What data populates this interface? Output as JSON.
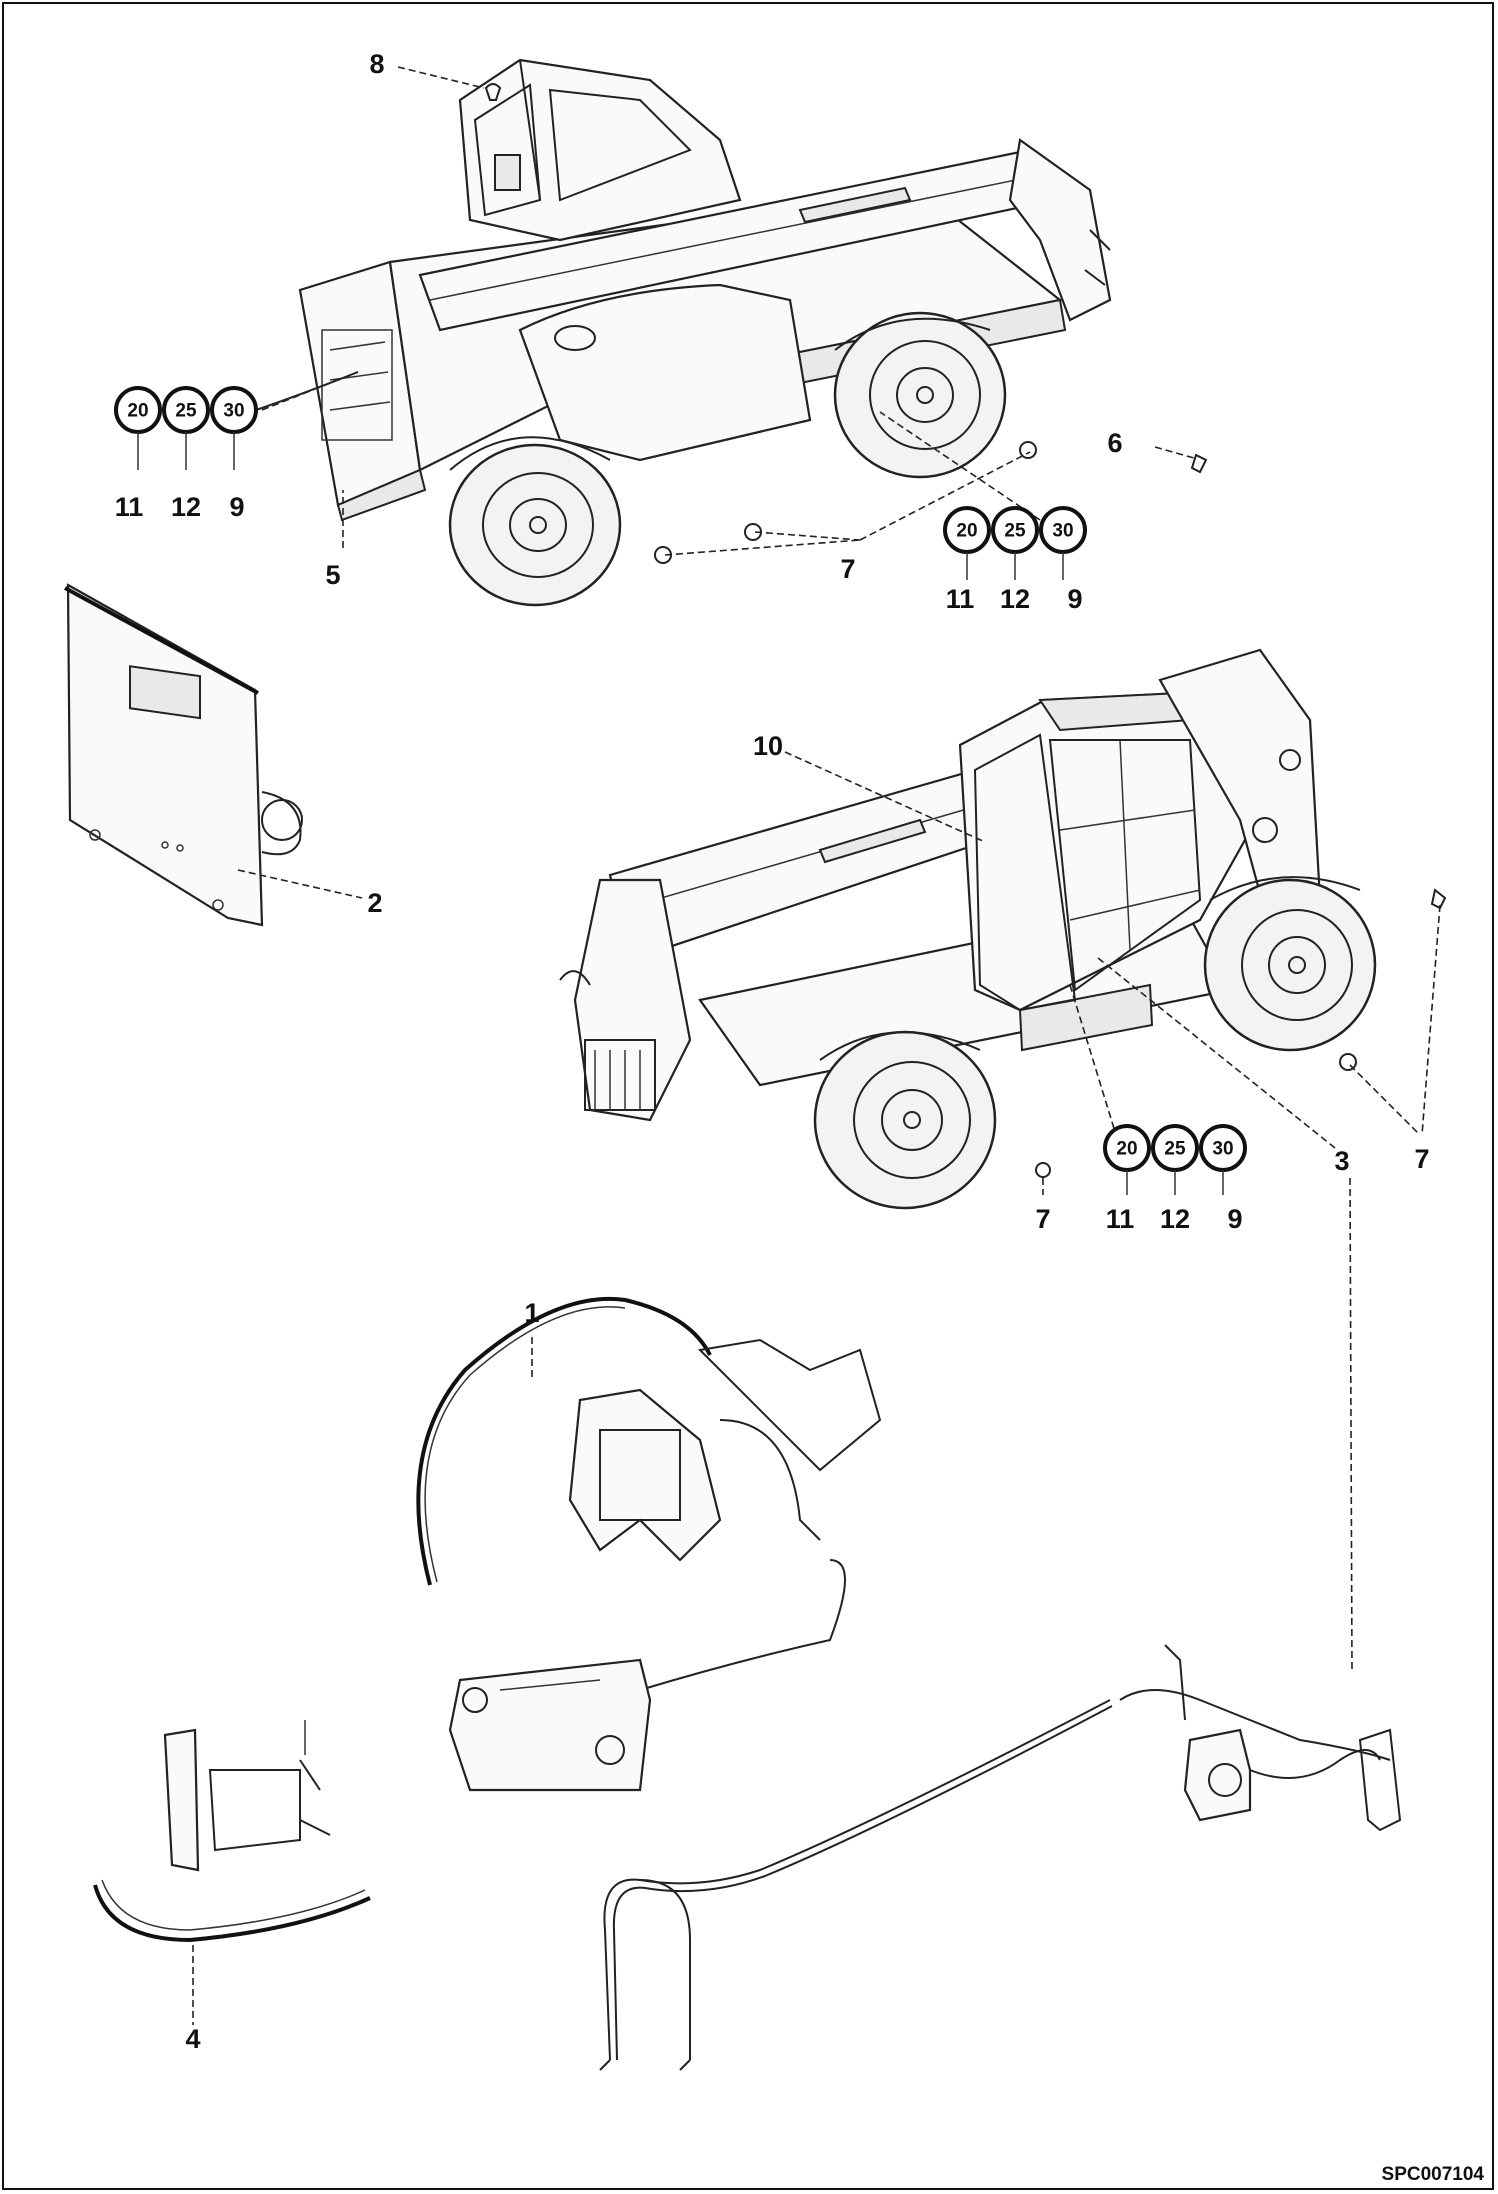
{
  "drawing": {
    "reference_code": "SPC007104"
  },
  "callouts": {
    "c1": "1",
    "c2": "2",
    "c3": "3",
    "c4": "4",
    "c5": "5",
    "c6": "6",
    "c7a": "7",
    "c7b": "7",
    "c7c": "7",
    "c7d": "7",
    "c8": "8",
    "c10": "10"
  },
  "badge_groups": [
    {
      "badges": [
        "20",
        "25",
        "30"
      ],
      "labels": [
        "11",
        "12",
        "9"
      ]
    },
    {
      "badges": [
        "20",
        "25",
        "30"
      ],
      "labels": [
        "11",
        "12",
        "9"
      ]
    },
    {
      "badges": [
        "20",
        "25",
        "30"
      ],
      "labels": [
        "11",
        "12",
        "9"
      ]
    }
  ]
}
